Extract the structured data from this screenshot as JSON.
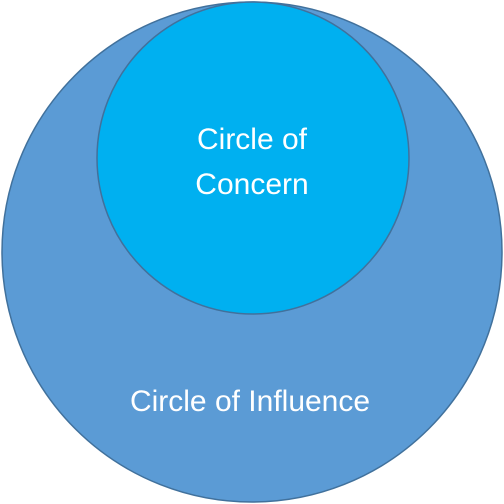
{
  "diagram": {
    "outer": {
      "label": "Circle of Influence",
      "fill": "#5b9bd5",
      "stroke": "#41719c"
    },
    "inner": {
      "label_line1": "Circle of",
      "label_line2": "Concern",
      "fill": "#00b0f0",
      "stroke": "#41719c"
    },
    "text_color": "#ffffff"
  }
}
